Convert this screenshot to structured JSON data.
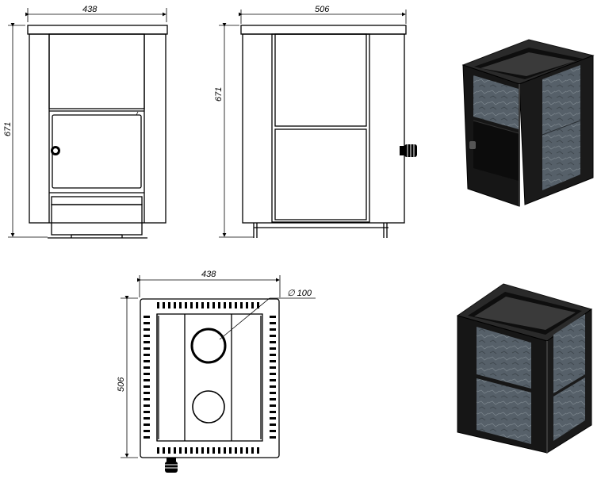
{
  "front_view": {
    "width_label": "438",
    "height_label": "671"
  },
  "side_view": {
    "width_label": "506",
    "height_label": "671"
  },
  "top_view": {
    "width_label": "438",
    "depth_label": "506",
    "diameter_label": "∅ 100"
  },
  "render_top": {
    "name": "stove-render-with-door"
  },
  "render_bottom": {
    "name": "stove-render-stone-cladding"
  },
  "colors": {
    "line": "#000000",
    "stone": "#5a6066",
    "frame": "#1c1c1c",
    "background": "#ffffff"
  }
}
